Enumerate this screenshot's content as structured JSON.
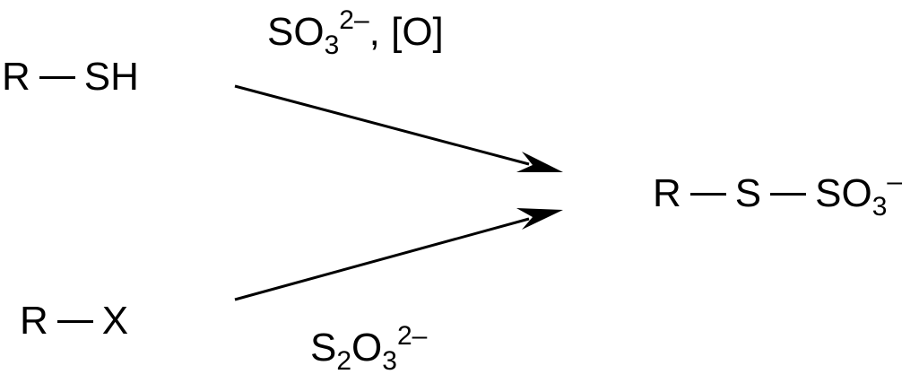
{
  "reactant_thiol": {
    "r": "R",
    "group": "SH"
  },
  "reactant_halide": {
    "r": "R",
    "group": "X"
  },
  "reagent_top": {
    "main": "SO",
    "sub": "3",
    "sup": "2–",
    "tail": ", [O]"
  },
  "reagent_bottom": {
    "s": "S",
    "s_sub": "2",
    "o": "O",
    "o_sub": "3",
    "sup": "2–"
  },
  "product": {
    "r": "R",
    "s": "S",
    "so": "SO",
    "sub": "3",
    "sup": "–"
  }
}
